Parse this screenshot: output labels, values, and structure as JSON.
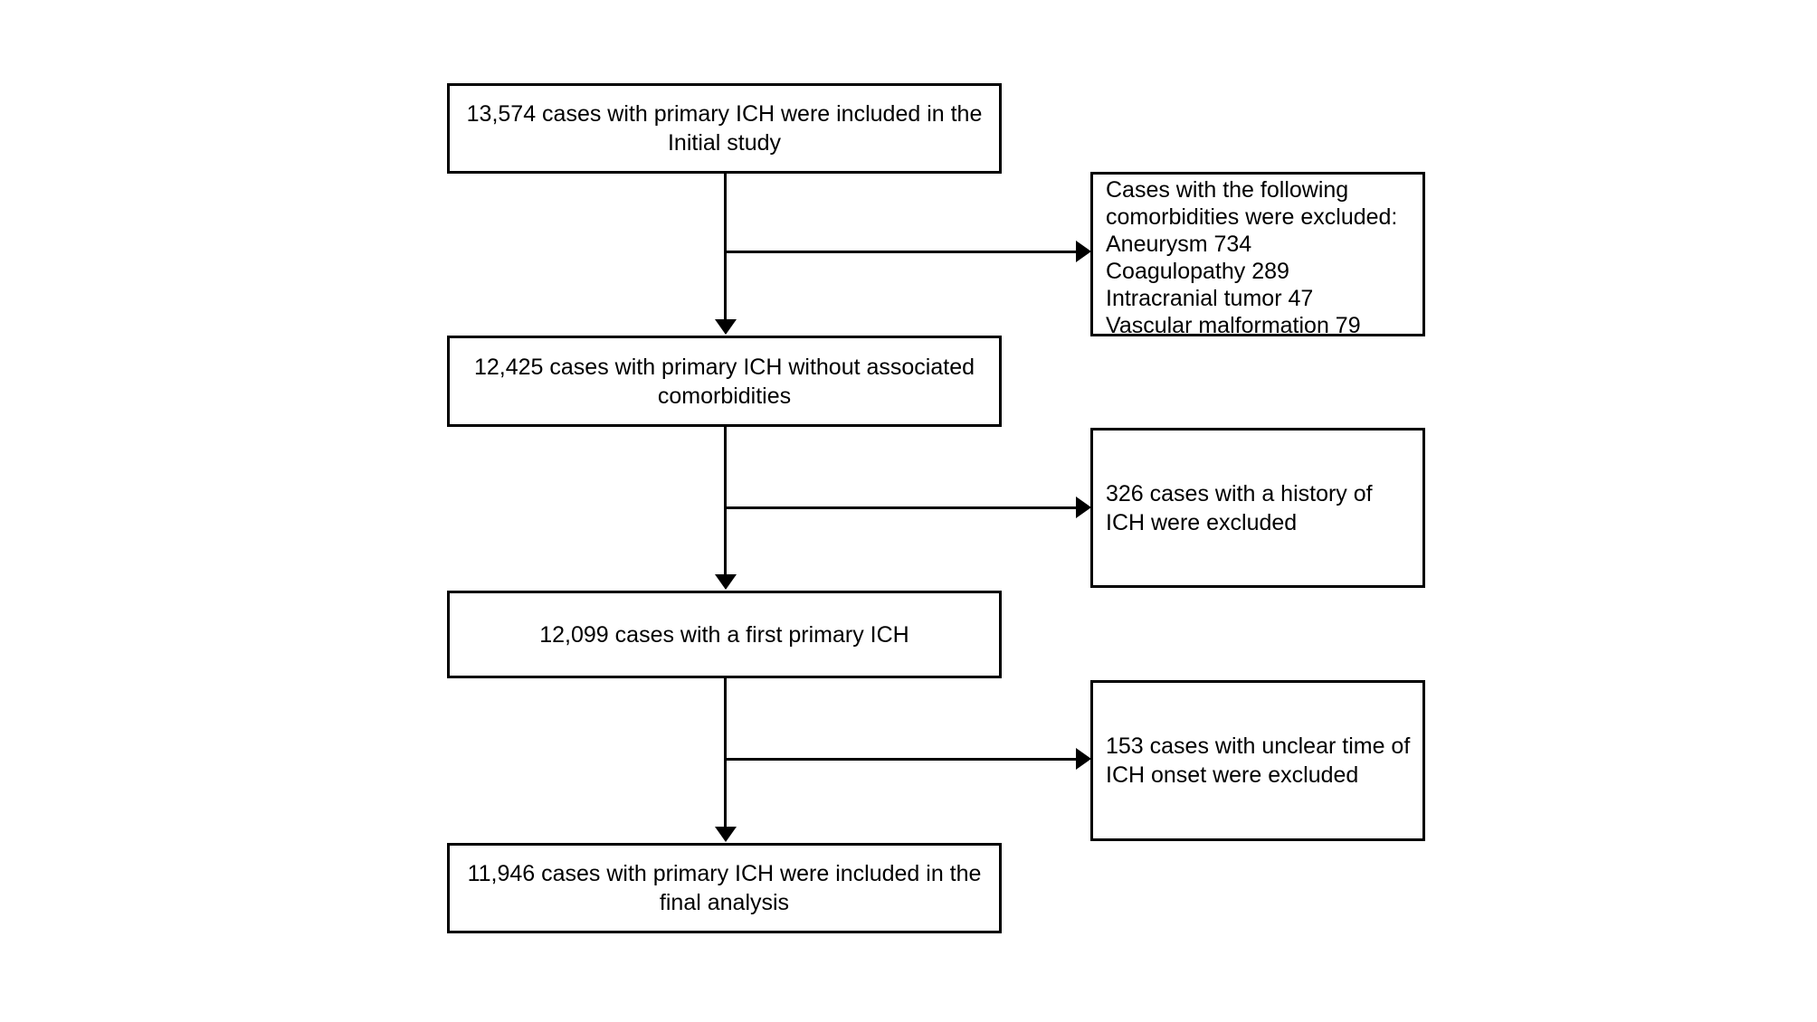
{
  "canvas": {
    "background_color": "#ffffff",
    "line_color": "#000000",
    "text_color": "#000000"
  },
  "diagram": {
    "type": "flowchart",
    "main_boxes": [
      {
        "id": "initial-study",
        "lines": [
          "13,574 cases with primary ICH were included in the",
          "Initial study"
        ]
      },
      {
        "id": "without-comorbidities",
        "lines": [
          "12,425 cases with primary ICH without associated",
          "comorbidities"
        ]
      },
      {
        "id": "first-primary-ich",
        "lines": [
          "12,099 cases with a first primary ICH"
        ]
      },
      {
        "id": "final-analysis",
        "lines": [
          "11,946 cases with primary ICH were included in the",
          "final analysis"
        ]
      }
    ],
    "side_boxes": [
      {
        "id": "excluded-comorbidities",
        "lines": [
          "Cases with the following",
          "comorbidities were excluded:",
          "Aneurysm 734",
          "Coagulopathy 289",
          "Intracranial tumor 47",
          "Vascular malformation 79"
        ]
      },
      {
        "id": "excluded-history-of-ich",
        "lines": [
          "326 cases with a history of",
          "ICH were excluded"
        ]
      },
      {
        "id": "excluded-unclear-onset",
        "lines": [
          "153 cases with unclear time of",
          "ICH onset were excluded"
        ]
      }
    ]
  }
}
